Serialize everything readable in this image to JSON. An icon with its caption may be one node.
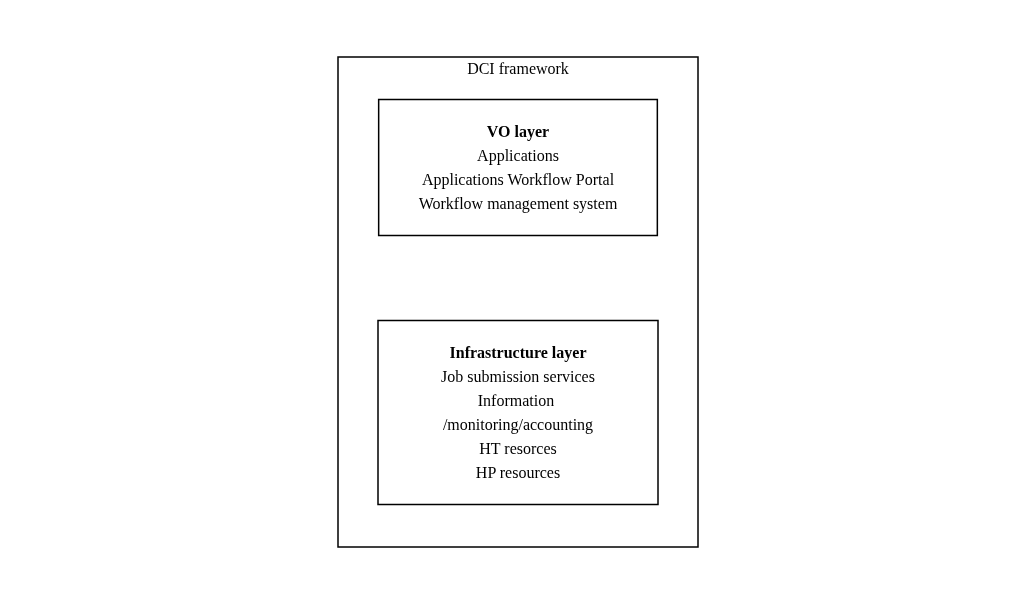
{
  "diagram": {
    "nodes": [
      {
        "text": [
          "DCI framework"
        ]
      },
      {
        "text": [
          "VO layer",
          "Applications",
          "Applications Workflow Portal",
          "Workflow management system"
        ],
        "in": 0
      },
      {
        "text": [
          "Infrastructure layer",
          "Job submission services",
          "Information /monitoring/accounting",
          "HT resorces",
          "HP resources"
        ],
        "in": 0
      }
    ]
  }
}
